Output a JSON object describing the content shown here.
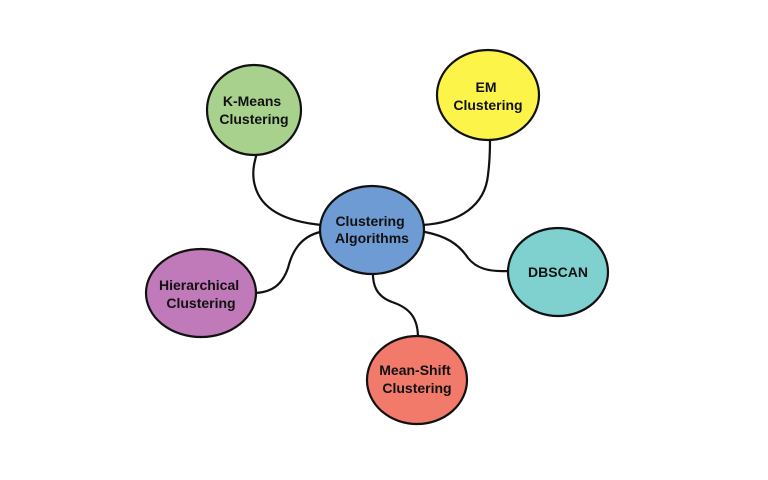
{
  "diagram": {
    "center": {
      "lines": [
        "Clustering",
        "Algorithms"
      ],
      "color": "#6e9bd3"
    },
    "nodes": [
      {
        "id": "kmeans",
        "lines": [
          "K-Means",
          "Clustering"
        ],
        "color": "#a8d18d"
      },
      {
        "id": "em",
        "lines": [
          "EM",
          "Clustering"
        ],
        "color": "#fdf44a"
      },
      {
        "id": "dbscan",
        "lines": [
          "DBSCAN"
        ],
        "color": "#7fd1cf"
      },
      {
        "id": "meanshift",
        "lines": [
          "Mean-Shift",
          "Clustering"
        ],
        "color": "#f27a6b"
      },
      {
        "id": "hierarchical",
        "lines": [
          "Hierarchical",
          "Clustering"
        ],
        "color": "#c07ab9"
      }
    ],
    "line_color": "#111111"
  }
}
